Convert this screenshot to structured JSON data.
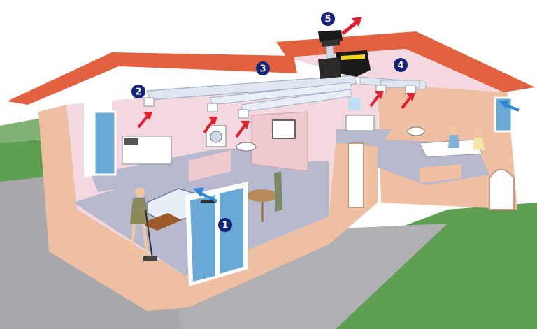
{
  "colors": {
    "sky": "#ffffff",
    "grass": "#5f9f52",
    "ground": "#a9a9ad",
    "roof": "#e2613e",
    "outer_wall": "#eebfa0",
    "inner_wall": "#f3d8df",
    "floor": "#b7b9cf",
    "duct": "#dfe6f0",
    "marker": "#16237a",
    "stale_air": "#e41e2b",
    "fresh_air": "#2f86d4",
    "vmc_unit": "#1a1a1a"
  },
  "markers": [
    {
      "label": "1",
      "meaning": "fresh-air-inlet"
    },
    {
      "label": "2",
      "meaning": "kitchen-extract"
    },
    {
      "label": "3",
      "meaning": "ductwork"
    },
    {
      "label": "4",
      "meaning": "bathroom-extract"
    },
    {
      "label": "5",
      "meaning": "roof-outlet"
    }
  ],
  "icons": [
    "fresh-air-arrow",
    "stale-air-arrow",
    "extract-vent",
    "ventilation-unit",
    "roof-fan"
  ]
}
